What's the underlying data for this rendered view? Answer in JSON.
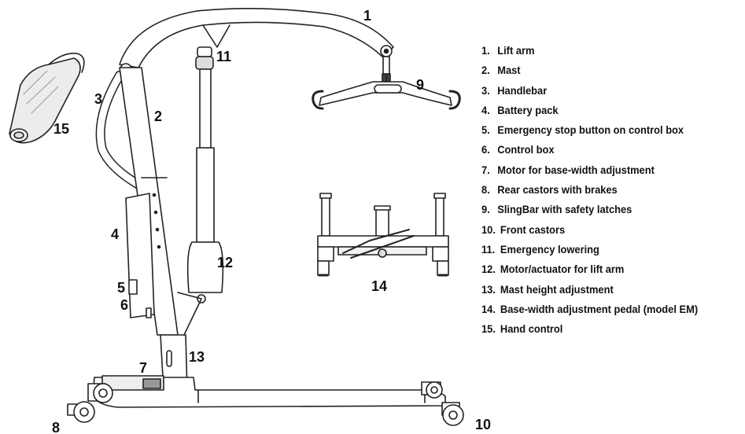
{
  "callouts": {
    "c1": "1",
    "c2": "2",
    "c3": "3",
    "c4": "4",
    "c5": "5",
    "c6": "6",
    "c7": "7",
    "c8": "8",
    "c9": "9",
    "c10": "10",
    "c11": "11",
    "c12": "12",
    "c13": "13",
    "c14": "14",
    "c15": "15"
  },
  "legend": [
    {
      "num": "1.",
      "label": "Lift arm"
    },
    {
      "num": "2.",
      "label": "Mast"
    },
    {
      "num": "3.",
      "label": "Handlebar"
    },
    {
      "num": "4.",
      "label": "Battery pack"
    },
    {
      "num": "5.",
      "label": "Emergency stop button on control box"
    },
    {
      "num": "6.",
      "label": "Control box"
    },
    {
      "num": "7.",
      "label": "Motor for base-width adjustment"
    },
    {
      "num": "8.",
      "label": "Rear castors with brakes"
    },
    {
      "num": "9.",
      "label": "SlingBar with safety latches"
    },
    {
      "num": "10.",
      "label": "Front castors"
    },
    {
      "num": "11.",
      "label": "Emergency lowering"
    },
    {
      "num": "12.",
      "label": "Motor/actuator for lift arm"
    },
    {
      "num": "13.",
      "label": "Mast height adjustment"
    },
    {
      "num": "14.",
      "label": "Base-width adjustment pedal (model EM)"
    },
    {
      "num": "15.",
      "label": "Hand control"
    }
  ]
}
